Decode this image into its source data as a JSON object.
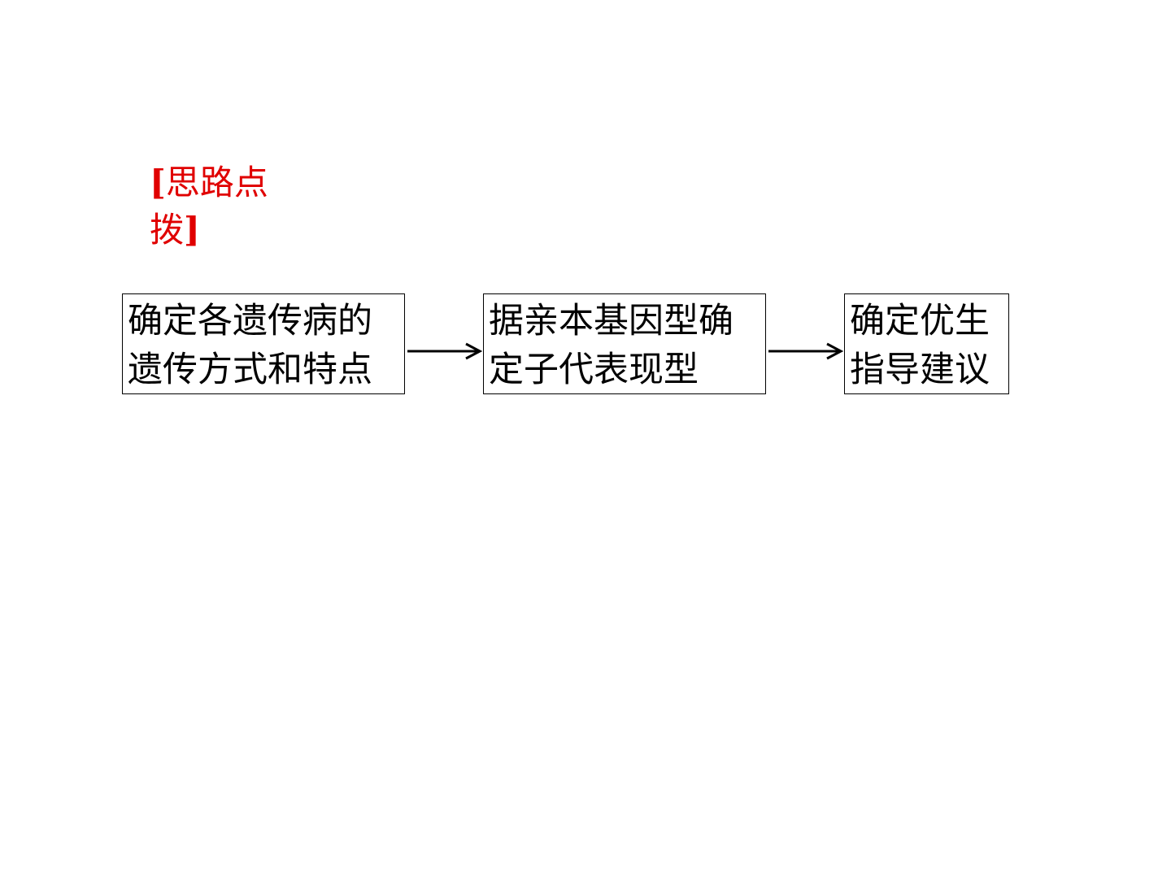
{
  "heading": {
    "open_bracket": "[",
    "text": "思路点拨",
    "close_bracket": "]"
  },
  "flow": {
    "steps": [
      {
        "text": "确定各遗传病的遗传方式和特点"
      },
      {
        "text": "据亲本基因型确定子代表现型"
      },
      {
        "text": "确定优生指导建议"
      }
    ]
  },
  "colors": {
    "heading": "#e00000",
    "text": "#000000",
    "border": "#000000",
    "background": "#ffffff"
  }
}
